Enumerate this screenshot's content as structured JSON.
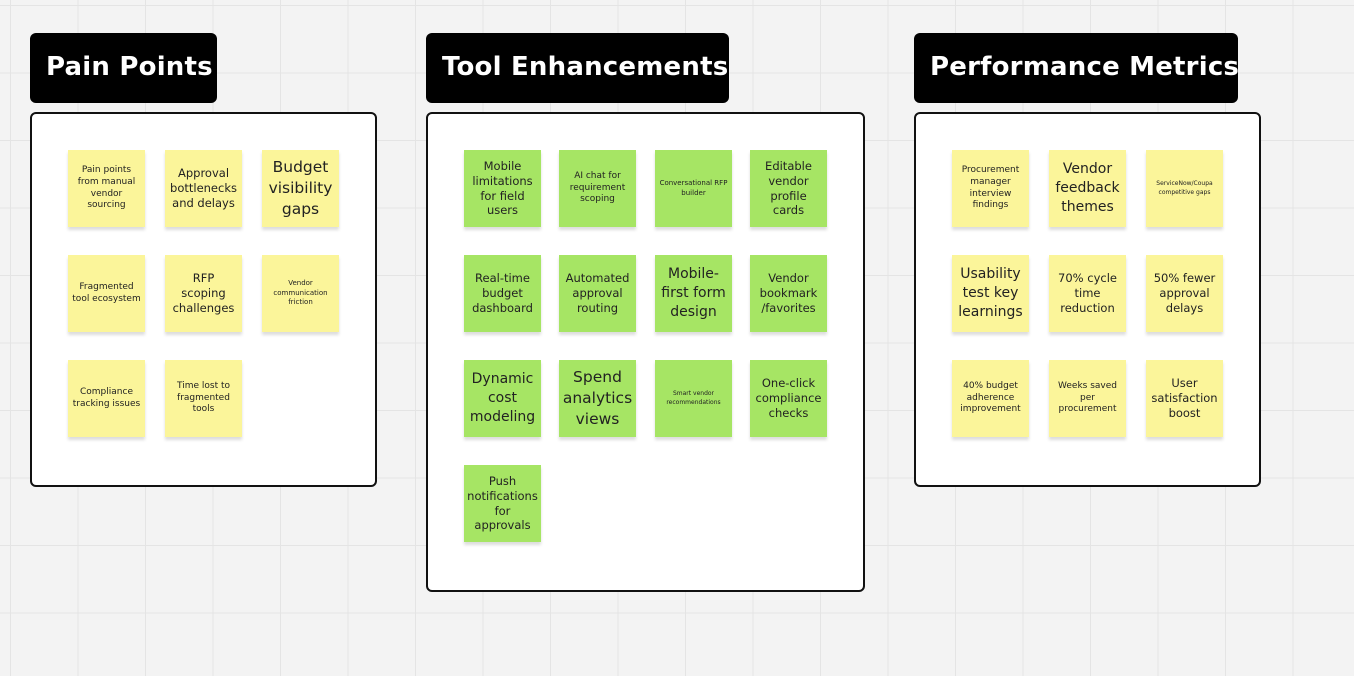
{
  "board": {
    "sections": [
      {
        "title": "Pain Points",
        "notes": [
          "Pain points from manual vendor sourcing",
          "Approval bottlenecks and delays",
          "Budget visibility gaps",
          "Fragmented tool ecosystem",
          "RFP scoping challenges",
          "Vendor communication friction",
          "Compliance tracking issues",
          "Time lost to fragmented tools"
        ]
      },
      {
        "title": "Tool Enhancements",
        "notes": [
          "Mobile limitations for field users",
          "AI chat for requirement scoping",
          "Conversational RFP builder",
          "Editable vendor profile cards",
          "Real-time budget dashboard",
          "Automated approval routing",
          "Mobile-first form design",
          "Vendor bookmark /favorites",
          "Dynamic cost modeling",
          "Spend analytics views",
          "Smart vendor recommendations",
          "One-click compliance checks",
          "Push notifications for approvals"
        ]
      },
      {
        "title": "Performance Metrics",
        "notes": [
          "Procurement manager interview findings",
          "Vendor feedback themes",
          "ServiceNow/Coupa competitive gaps",
          "Usability test key learnings",
          "70% cycle time reduction",
          "50% fewer approval delays",
          "40% budget adherence improvement",
          "Weeks saved per procurement",
          "User satisfaction boost"
        ]
      }
    ],
    "colors": {
      "yellow_sticky": "#fbf59a",
      "green_sticky": "#a6e564",
      "title_bg": "#000000",
      "frame_bg": "#ffffff"
    }
  }
}
